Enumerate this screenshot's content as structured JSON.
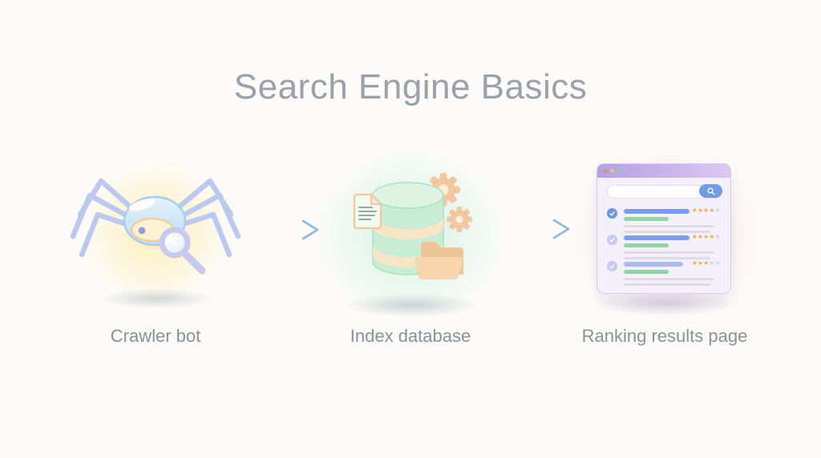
{
  "title": "Search Engine Basics",
  "flow": {
    "steps": [
      {
        "id": "crawler",
        "label": "Crawler bot",
        "icon": "spider-crawler-icon"
      },
      {
        "id": "index",
        "label": "Index database",
        "icon": "database-icon"
      },
      {
        "id": "ranking",
        "label": "Ranking results page",
        "icon": "results-window-icon"
      }
    ],
    "arrows": [
      {
        "from": "crawler",
        "to": "index",
        "icon": "arrow-right-icon"
      },
      {
        "from": "index",
        "to": "ranking",
        "icon": "arrow-right-icon"
      }
    ]
  },
  "results_window": {
    "traffic_lights": [
      "red",
      "yellow",
      "green"
    ],
    "search_bar": {
      "value": "",
      "button_icon": "magnifier-icon"
    },
    "results": [
      {
        "checked": true,
        "rating": 4,
        "rating_max": 5
      },
      {
        "checked": true,
        "rating": 4,
        "rating_max": 5
      },
      {
        "checked": true,
        "rating": 3,
        "rating_max": 5
      }
    ]
  },
  "colors": {
    "background": "#fcfbf9",
    "title_text": "#9aa1a8",
    "label_text": "#8b9198",
    "arrow_blue": "#8cb6ea",
    "spider_body_blue": "#c9e2f8",
    "spider_belly_cream": "#fdf3d4",
    "spider_glow_yellow": "#fdeeb2",
    "magnifier_lavender": "#cbc8ef",
    "database_green": "#c9edd4",
    "database_band_peach": "#f8e4c6",
    "accent_peach": "#f3c7a0",
    "mint_glow": "#cef0dd",
    "window_header_purple": "#b3a0e2",
    "window_bg": "#f4f0fa",
    "pink_glow": "#fad6dd",
    "result_title_blue": "#7d9cf0",
    "result_green": "#90d6a2",
    "result_line_gray": "#dedbe6",
    "star_filled": "#efa93e",
    "star_empty": "#d3d0da",
    "check_primary": "#6b96ea",
    "check_secondary": "#c7c9f0"
  }
}
